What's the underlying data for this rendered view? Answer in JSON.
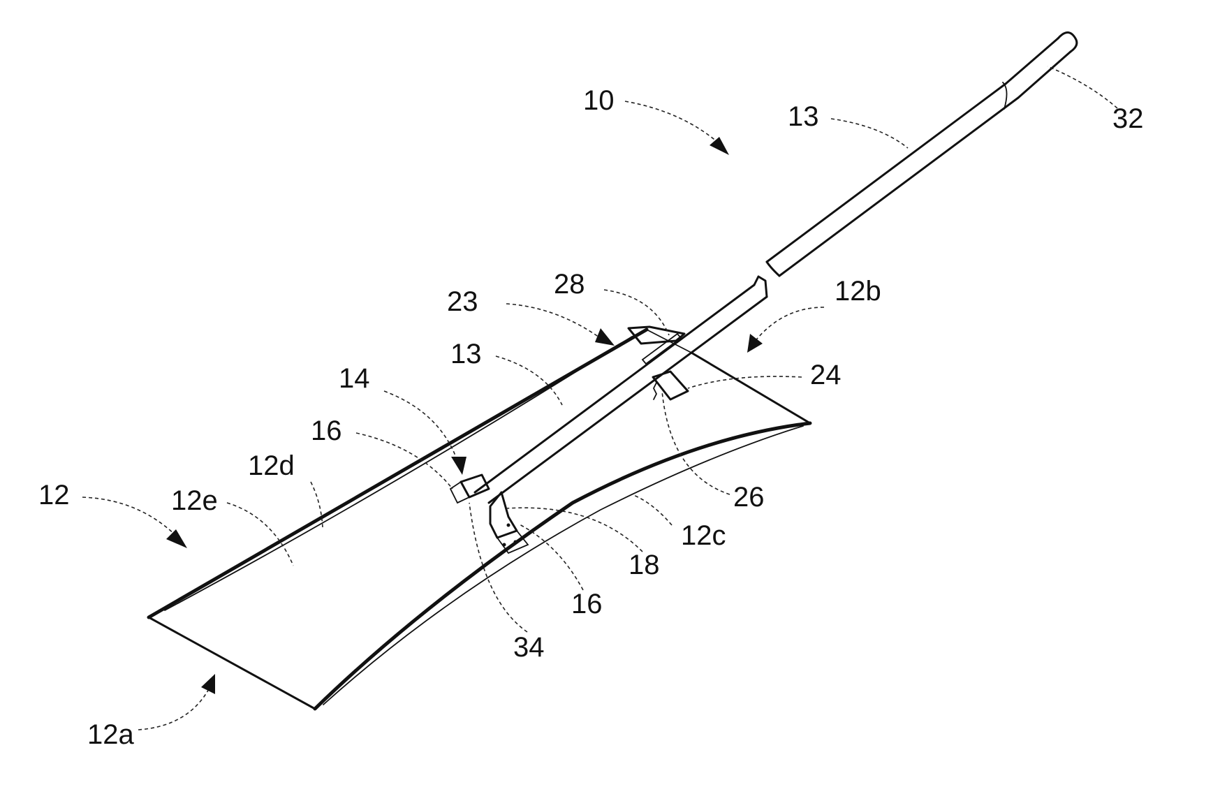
{
  "labels": {
    "l10": "10",
    "l13_top": "13",
    "l32": "32",
    "l28": "28",
    "l23": "23",
    "l12b": "12b",
    "l13_mid": "13",
    "l24": "24",
    "l14": "14",
    "l16_left": "16",
    "l12d": "12d",
    "l12": "12",
    "l12e": "12e",
    "l26": "26",
    "l12c": "12c",
    "l18": "18",
    "l16_right": "16",
    "l34": "34",
    "l12a": "12a"
  },
  "colors": {
    "ink": "#111111",
    "background": "#ffffff"
  }
}
